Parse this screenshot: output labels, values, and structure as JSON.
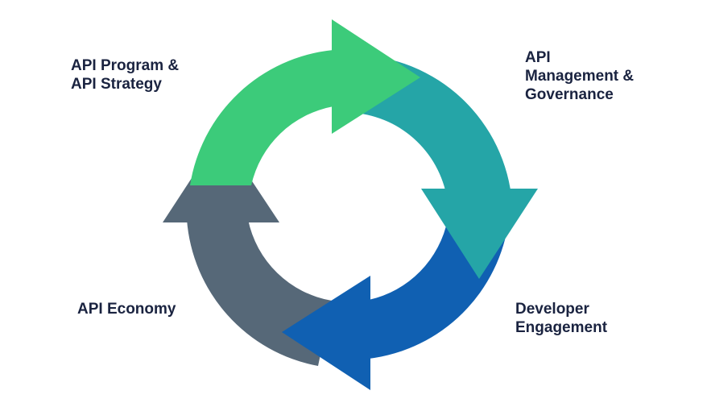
{
  "stages": [
    {
      "id": "strategy",
      "lines": [
        "API Program &",
        "API Strategy"
      ],
      "color": "#3ccb7a"
    },
    {
      "id": "management",
      "lines": [
        "API",
        "Management &",
        "Governance"
      ],
      "color": "#25a5a7"
    },
    {
      "id": "developer",
      "lines": [
        "Developer",
        "Engagement"
      ],
      "color": "#1060b2"
    },
    {
      "id": "economy",
      "lines": [
        "API Economy"
      ],
      "color": "#566878"
    }
  ]
}
